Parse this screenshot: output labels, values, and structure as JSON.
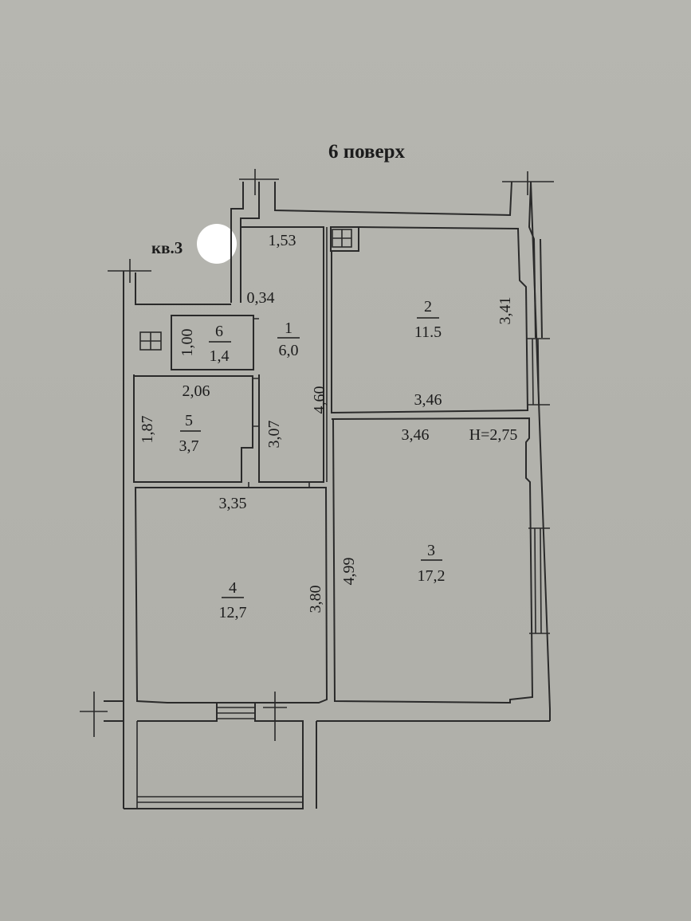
{
  "title": "6 поверх",
  "apartment_label": "кв.3",
  "ceiling_height": "Н=2,75",
  "colors": {
    "paper": "#b3b3ad",
    "ink": "#2a2a2a",
    "redaction": "#ffffff"
  },
  "rooms": [
    {
      "number": "1",
      "area": "6,0",
      "type": "corridor"
    },
    {
      "number": "2",
      "area": "11.5",
      "type": "room"
    },
    {
      "number": "3",
      "area": "17,2",
      "type": "room"
    },
    {
      "number": "4",
      "area": "12,7",
      "type": "kitchen"
    },
    {
      "number": "5",
      "area": "3,7",
      "type": "bathroom"
    },
    {
      "number": "6",
      "area": "1,4",
      "type": "toilet"
    }
  ],
  "dimensions": {
    "corridor_top_width": "1,53",
    "corridor_niche": "0,34",
    "corridor_length": "4,60",
    "corridor_lower": "3,07",
    "room2_width": "3,46",
    "room2_depth": "3,41",
    "room3_width": "3,46",
    "room3_depth": "4,99",
    "room4_width": "3,35",
    "room4_depth": "3,80",
    "room5_width": "2,06",
    "room5_depth": "1,87",
    "room6_depth": "1,00"
  },
  "icons": [
    "ventilation-shaft-icon",
    "ventilation-shaft-icon"
  ]
}
